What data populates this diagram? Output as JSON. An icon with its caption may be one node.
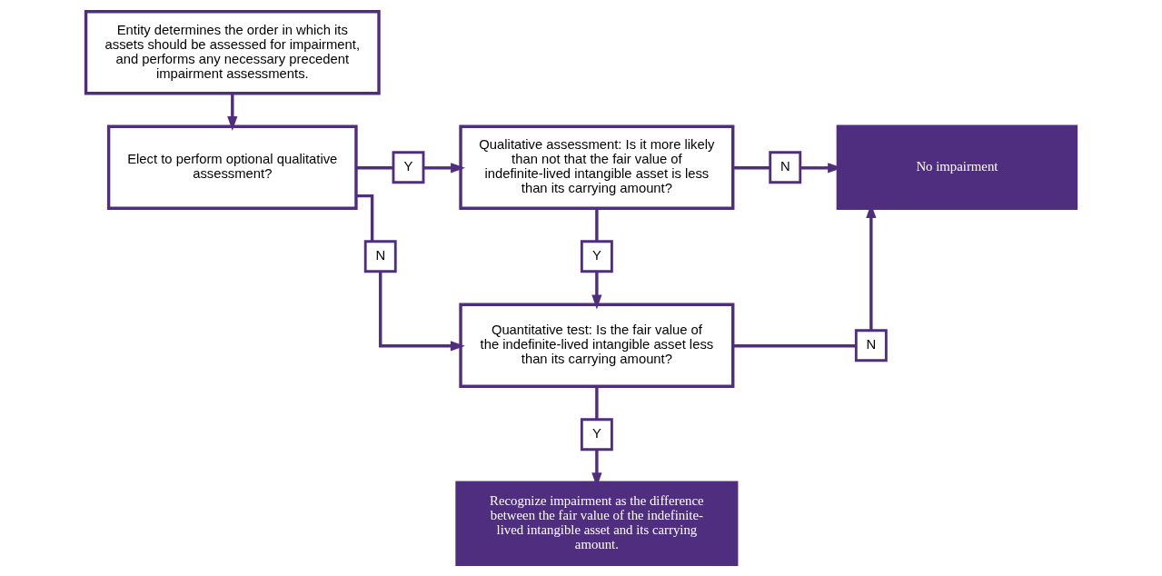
{
  "diagram": {
    "nodes": [
      {
        "text": [
          "Entity determines the order in which its assets should be assessed for impairment, and performs any necessary precedent impairment assessments."
        ]
      },
      {
        "text": [
          "Elect to perform optional qualitative assessment?"
        ]
      },
      {
        "text": [
          "Y"
        ]
      },
      {
        "text": [
          "Qualitative assessment: Is it more likely than not that the fair value of indefinite-lived intangible asset is less than its carrying amount?"
        ]
      },
      {
        "text": [
          "N"
        ]
      },
      {
        "text": [
          "No impairment"
        ]
      },
      {
        "text": [
          "N"
        ]
      },
      {
        "text": [
          "Y"
        ]
      },
      {
        "text": [
          "Quantitative test: Is the fair value of the indefinite-lived intangible asset less than its carrying amount?"
        ]
      },
      {
        "text": [
          "N"
        ]
      },
      {
        "text": [
          "Y"
        ]
      },
      {
        "text": [
          "Recognize impairment as the difference between the fair value of the indefinite-lived intangible asset and its carrying amount."
        ]
      }
    ],
    "edges": [
      {
        "from": 0,
        "to": 1,
        "arrow": "to"
      },
      {
        "from": 1,
        "to": 2,
        "arrow": "none"
      },
      {
        "from": 2,
        "to": 3,
        "arrow": "to"
      },
      {
        "from": 3,
        "to": 4,
        "arrow": "none"
      },
      {
        "from": 4,
        "to": 5,
        "arrow": "to"
      },
      {
        "from": 1,
        "to": 6,
        "arrow": "none"
      },
      {
        "from": 6,
        "to": 8,
        "arrow": "to"
      },
      {
        "from": 3,
        "to": 7,
        "arrow": "none"
      },
      {
        "from": 7,
        "to": 8,
        "arrow": "to"
      },
      {
        "from": 8,
        "to": 9,
        "arrow": "none"
      },
      {
        "from": 9,
        "to": 5,
        "arrow": "to"
      },
      {
        "from": 8,
        "to": 10,
        "arrow": "none"
      },
      {
        "from": 10,
        "to": 11,
        "arrow": "to"
      }
    ]
  }
}
